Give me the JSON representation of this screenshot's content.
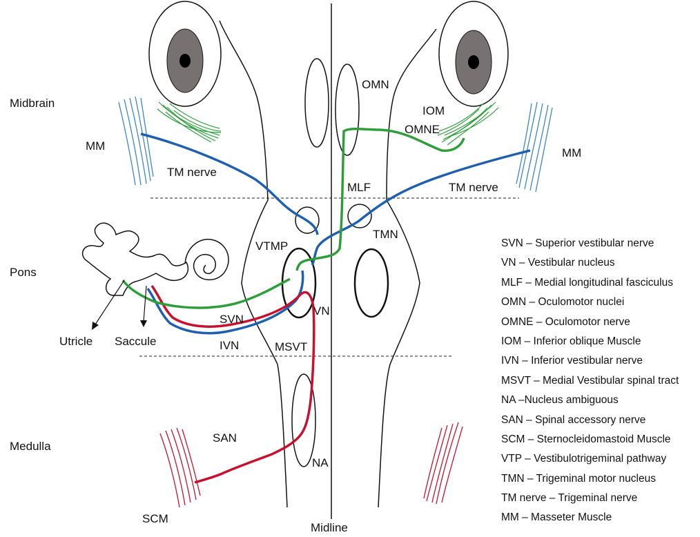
{
  "regions": {
    "midbrain": "Midbrain",
    "pons": "Pons",
    "medulla": "Medulla",
    "midline": "Midline"
  },
  "labels": {
    "mm_left": "MM",
    "mm_right": "MM",
    "tm_nerve_left": "TM nerve",
    "tm_nerve_right": "TM nerve",
    "omn": "OMN",
    "iom": "IOM",
    "omne": "OMNE",
    "mlf": "MLF",
    "tmn": "TMN",
    "vtmp": "VTMP",
    "vn": "VN",
    "svn": "SVN",
    "ivn": "IVN",
    "msvt": "MSVT",
    "utricle": "Utricle",
    "saccule": "Saccule",
    "san": "SAN",
    "na": "NA",
    "scm": "SCM"
  },
  "legend": [
    "SVN – Superior vestibular nerve",
    "VN – Vestibular nucleus",
    "MLF – Medial longitudinal fasciculus",
    "OMN – Oculomotor nuclei",
    "OMNE – Oculomotor nerve",
    "IOM – Inferior oblique Muscle",
    "IVN – Inferior vestibular nerve",
    "MSVT – Medial Vestibular spinal tract",
    "NA –Nucleus ambiguous",
    "SAN – Spinal accessory nerve",
    "SCM – Sternocleidomastoid Muscle",
    "VTP – Vestibulotrigeminal pathway",
    "TMN – Trigeminal motor nucleus",
    "TM nerve – Trigeminal nerve",
    "MM – Masseter Muscle"
  ],
  "colors": {
    "blue": "#1f5fb0",
    "green": "#2e9e3a",
    "red": "#c8102e",
    "muscle_blue": "#3a86c8",
    "iris": "#777171"
  }
}
